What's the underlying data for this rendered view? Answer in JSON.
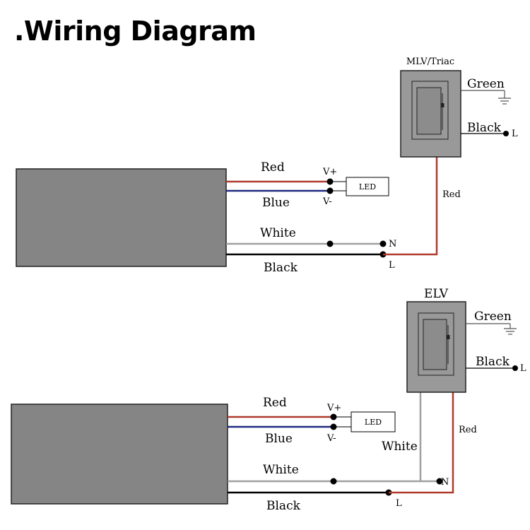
{
  "title": ".Wiring Diagram",
  "colors": {
    "driver_fill": "#858585",
    "dimmer_fill": "#999999",
    "dimmer_panel": "#8c8c8c",
    "wire_red": "#b03a2e",
    "wire_blue": "#1f2a80",
    "wire_white": "#a0a0a0",
    "wire_black": "#000000",
    "wire_green": "#555555"
  },
  "diagram_top": {
    "dimmer_label": "MLV/Triac",
    "green_label": "Green",
    "black_dimmer_label": "Black",
    "l_dimmer_label": "L",
    "red_label": "Red",
    "blue_label": "Blue",
    "white_label": "White",
    "black_label": "Black",
    "v_plus_label": "V+",
    "v_minus_label": "V-",
    "led_label": "LED",
    "n_label": "N",
    "l_label": "L",
    "red_dimmer_label": "Red"
  },
  "diagram_bottom": {
    "dimmer_label": "ELV",
    "green_label": "Green",
    "black_dimmer_label": "Black",
    "l_dimmer_label": "L",
    "red_label": "Red",
    "blue_label": "Blue",
    "white_label": "White",
    "black_label": "Black",
    "v_plus_label": "V+",
    "v_minus_label": "V-",
    "led_label": "LED",
    "n_label": "N",
    "l_label": "L",
    "red_dimmer_label": "Red",
    "white_dimmer_label": "White"
  }
}
